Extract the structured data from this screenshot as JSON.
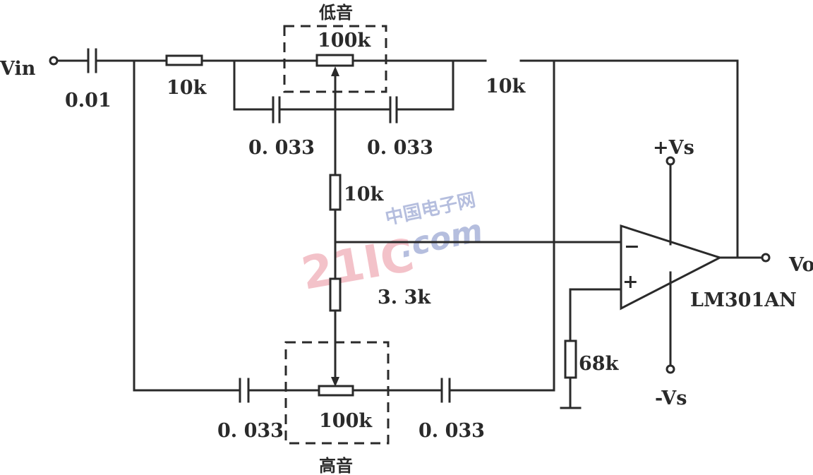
{
  "title": "Tone control circuit with LM301AN",
  "labels": {
    "vin": "Vin",
    "vo": "Vo",
    "c_in": "0.01",
    "r_in": "10k",
    "r_out": "10k",
    "bass_title": "低音",
    "bass_pot": "100k",
    "bass_cap_left": "0. 033",
    "bass_cap_right": "0. 033",
    "r_mid": "10k",
    "r_33": "3. 3k",
    "treble_pot": "100k",
    "treble_title": "高音",
    "treble_cap_left": "0. 033",
    "treble_cap_right": "0. 033",
    "r_68": "68k",
    "vs_pos": "+Vs",
    "vs_neg": "-Vs",
    "opamp": "LM301AN",
    "minus": "−",
    "plus": "+"
  },
  "watermark": {
    "logo": "21IC",
    "domain": ".com",
    "site": "中国电子网"
  }
}
